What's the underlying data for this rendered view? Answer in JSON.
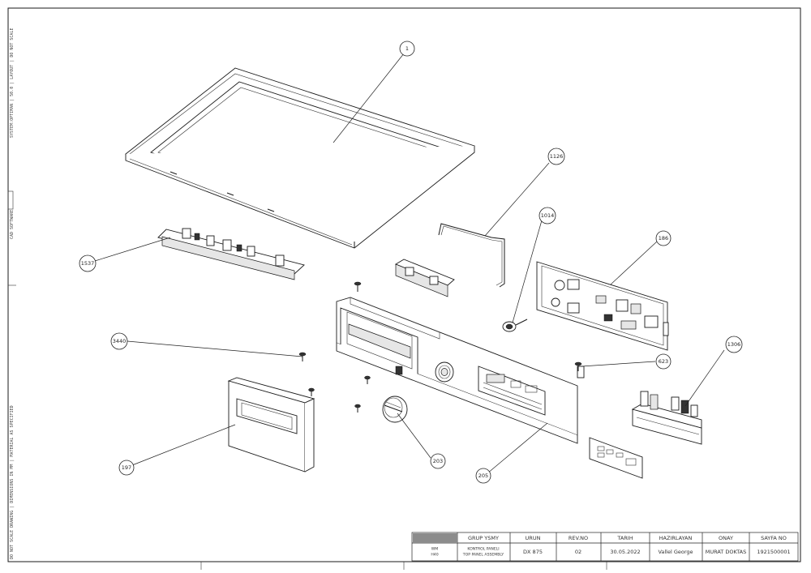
{
  "side_text": {
    "top": "SYSTEM:OPTIMAN | 50.0 | LAYOUT | DO NOT SCALE",
    "middle": "CAD SOFTWARE",
    "bottom": "DO NOT SCALE DRAWING | DIMENSIONS IN MM | MATERIAL AS SPECIFIED"
  },
  "callouts": [
    {
      "label": "1",
      "part": "top-cover"
    },
    {
      "label": "1537",
      "part": "rear-bracket"
    },
    {
      "label": "1126",
      "part": "wire-rod"
    },
    {
      "label": "1014",
      "part": "sensor-switch"
    },
    {
      "label": "186",
      "part": "main-control-board"
    },
    {
      "label": "3440",
      "part": "screw-left"
    },
    {
      "label": "623",
      "part": "screw-right"
    },
    {
      "label": "1306",
      "part": "connector-board"
    },
    {
      "label": "197",
      "part": "detergent-drawer"
    },
    {
      "label": "203",
      "part": "program-knob"
    },
    {
      "label": "205",
      "part": "control-panel"
    }
  ],
  "title_block": {
    "headers": [
      "GRUP YSMY",
      "URUN",
      "REV.NO",
      "TARIH",
      "HAZIRLAYAN",
      "ONAY",
      "SAYFA NO"
    ],
    "row_left_line1": "WM",
    "row_left_line2": "H40",
    "group_name_line1": "KONTROL PANELI",
    "group_name_line2": "TOP PANEL ASSEMBLY",
    "product": "DX 875",
    "revision": "02",
    "date": "30.05.2022",
    "prepared_by": "Vallel George",
    "approved_by": "MURAT DOKTAS",
    "page_no": "1921500001",
    "accent_color": "#8c8c8c"
  }
}
